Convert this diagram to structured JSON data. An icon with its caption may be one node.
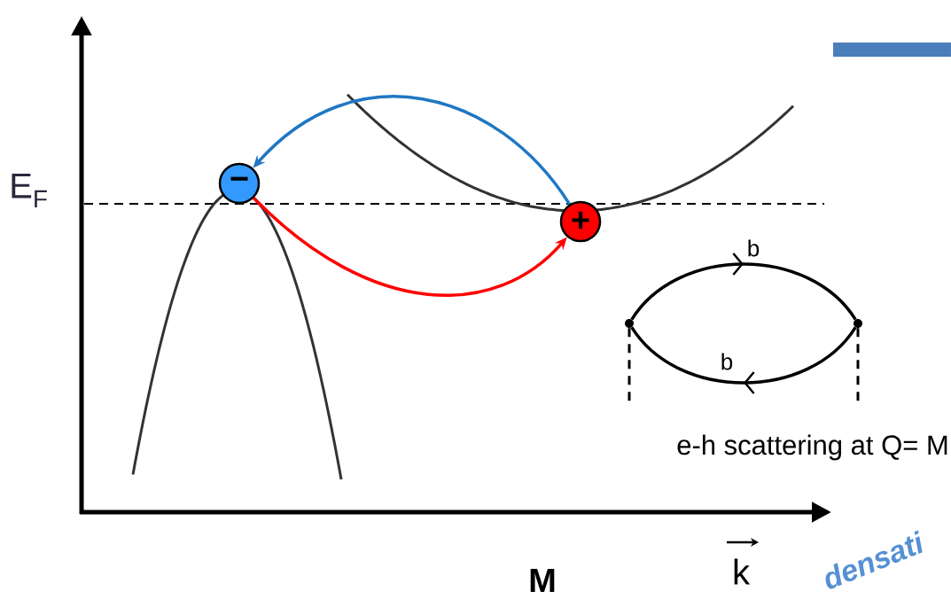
{
  "diagram": {
    "nodes": [
      {
        "text": [
          "−"
        ]
      },
      {
        "text": [
          "+"
        ]
      },
      {
        "text": [],
        "shape": "circle"
      },
      {
        "text": [],
        "shape": "circle"
      }
    ],
    "edges": [
      {
        "from": 1,
        "to": 0,
        "arrow": "to",
        "color": "#1f77c4"
      },
      {
        "from": 0,
        "to": 1,
        "arrow": "to",
        "color": "#ff0000"
      },
      {
        "from": 2,
        "to": 3,
        "arrow": "to",
        "label": "b"
      },
      {
        "from": 3,
        "to": 2,
        "arrow": "to",
        "label": "b"
      },
      {
        "from": 2,
        "to": null,
        "arrow": "none",
        "style": "dashed"
      },
      {
        "from": 3,
        "to": null,
        "arrow": "none",
        "style": "dashed"
      }
    ],
    "labels": [
      "E$_{F}$",
      "e-h scattering at Q=  M",
      "M",
      "k",
      "densati"
    ]
  }
}
